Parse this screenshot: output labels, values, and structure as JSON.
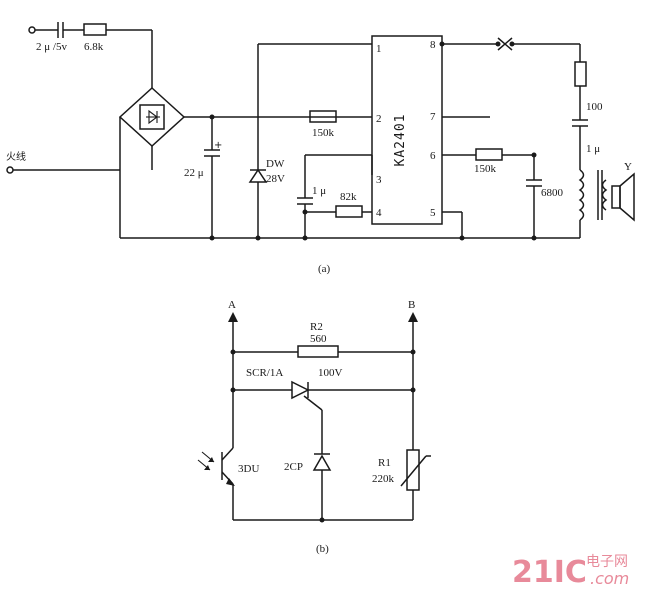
{
  "circuit_a": {
    "caption": "(a)",
    "input_cap": "2 μ /5v",
    "input_res": "6.8k",
    "line_label": "火线",
    "cap_22": "22 μ",
    "zener": "DW",
    "zener_v": "28V",
    "res_150k_top": "150k",
    "cap_1u": "1 μ",
    "res_82k": "82k",
    "ic_name": "KA2401",
    "pins": [
      "1",
      "2",
      "3",
      "4",
      "5",
      "6",
      "7",
      "8"
    ],
    "res_150k_right": "150k",
    "cap_6800": "6800",
    "res_100": "100",
    "cap_1u_right": "1 μ",
    "speaker": "Y"
  },
  "circuit_b": {
    "caption": "(b)",
    "terminal_a": "A",
    "terminal_b": "B",
    "r2": "R2",
    "r2_val": "560",
    "scr": "SCR/1A",
    "scr_v": "100V",
    "photo": "3DU",
    "zener": "2CP",
    "r1": "R1",
    "r1_val": "220k"
  },
  "watermark": {
    "brand": "21IC",
    "cn": "电子网",
    "domain": ".com"
  }
}
